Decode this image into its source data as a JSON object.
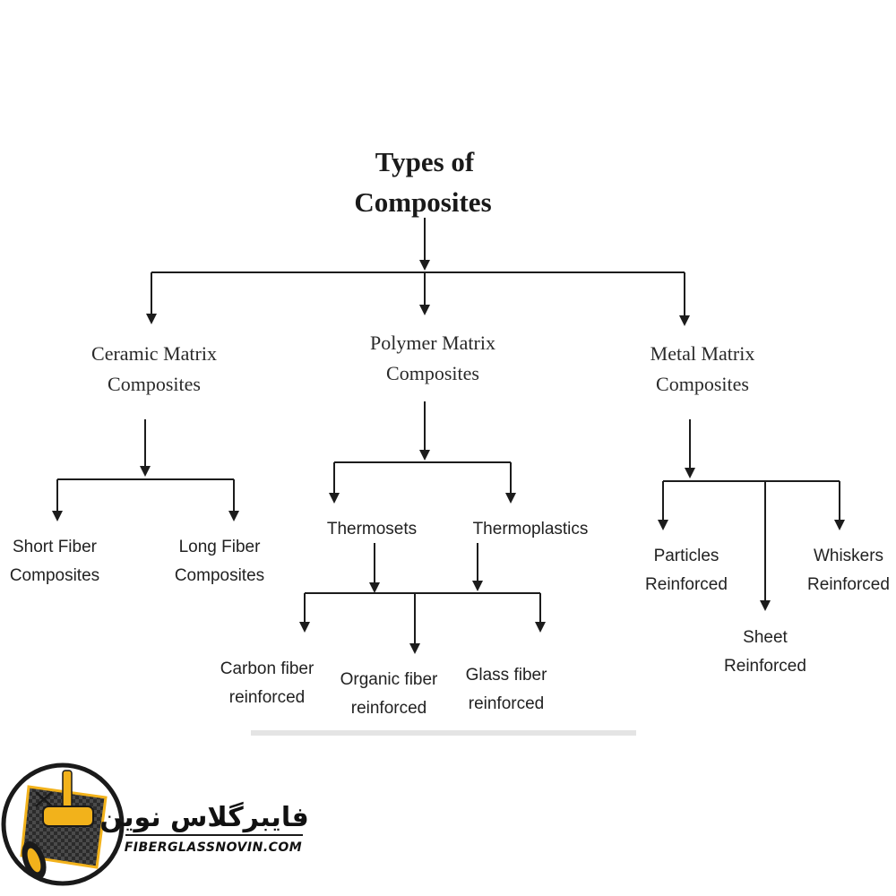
{
  "diagram": {
    "root": {
      "line1": "Types of",
      "line2": "Composites"
    },
    "categories": {
      "ceramic": {
        "line1": "Ceramic Matrix",
        "line2": "Composites"
      },
      "polymer": {
        "line1": "Polymer Matrix",
        "line2": "Composites"
      },
      "metal": {
        "line1": "Metal Matrix",
        "line2": "Composites"
      }
    },
    "ceramic_children": {
      "short_fiber": {
        "line1": "Short Fiber",
        "line2": "Composites"
      },
      "long_fiber": {
        "line1": "Long Fiber",
        "line2": "Composites"
      }
    },
    "polymer_children": {
      "thermosets": "Thermosets",
      "thermoplastics": "Thermoplastics"
    },
    "polymer_reinforcements": {
      "carbon": {
        "line1": "Carbon fiber",
        "line2": "reinforced"
      },
      "organic": {
        "line1": "Organic fiber",
        "line2": "reinforced"
      },
      "glass": {
        "line1": "Glass fiber",
        "line2": "reinforced"
      }
    },
    "metal_children": {
      "particles": {
        "line1": "Particles",
        "line2": "Reinforced"
      },
      "sheet": {
        "line1": "Sheet",
        "line2": "Reinforced"
      },
      "whiskers": {
        "line1": "Whiskers",
        "line2": "Reinforced"
      }
    }
  },
  "logo": {
    "name_fa": "فایبرگلاس نوین",
    "url": "FIBERGLASSNOVIN.COM",
    "icon": "paint-roller-fiberglass-logo-icon",
    "colors": {
      "gold": "#F2B21B",
      "dark": "#1a1a1a"
    }
  },
  "colors": {
    "line": "#1c1c1c",
    "text": "#222222",
    "background": "#ffffff"
  }
}
